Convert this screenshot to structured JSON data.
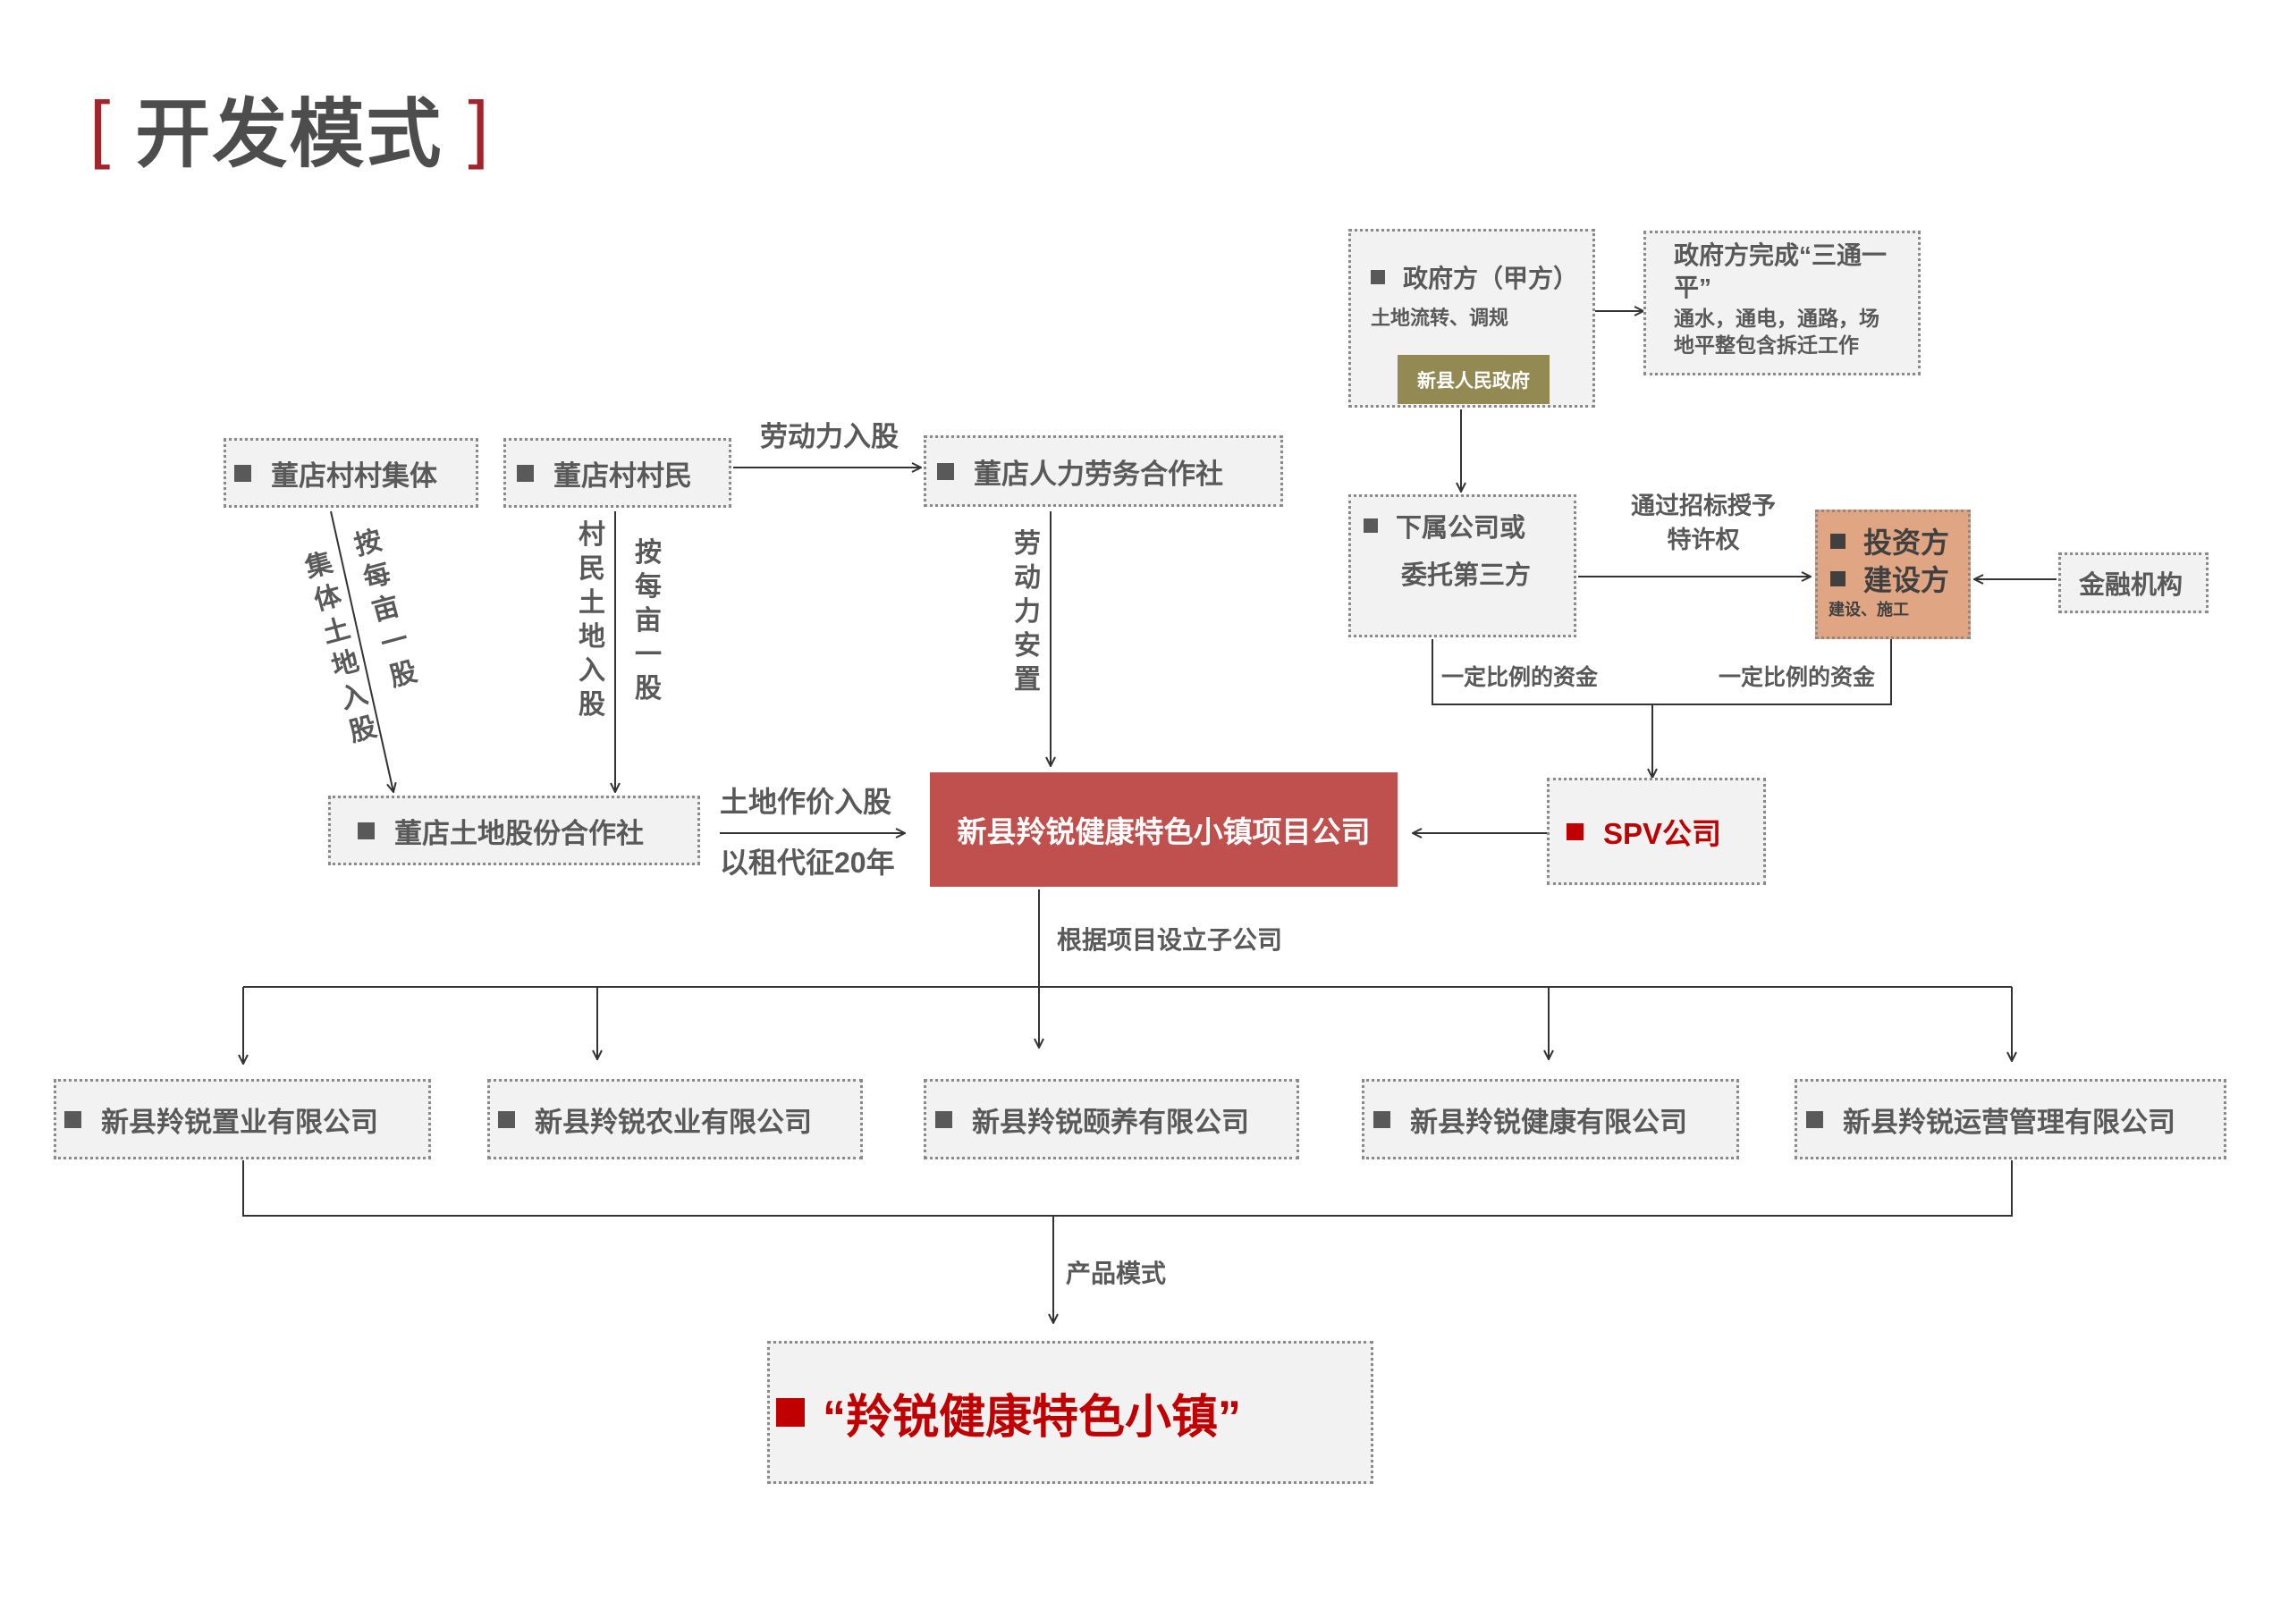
{
  "title": "开发模式",
  "title_brackets": {
    "left": "[",
    "right": "]"
  },
  "colors": {
    "accent_red": "#c0504d",
    "dark_red": "#c00000",
    "bracket_red": "#a0262b",
    "olive": "#938953",
    "orange": "#e0a583",
    "gray_text": "#595959",
    "box_fill": "#f2f2f2"
  },
  "nodes": {
    "village_collective": "董店村村集体",
    "villagers": "董店村村民",
    "labor_coop": "董店人力劳务合作社",
    "land_coop": "董店土地股份合作社",
    "project_company": "新县羚锐健康特色小镇项目公司",
    "spv": "SPV公司",
    "government": {
      "title": "政府方（甲方）",
      "subtitle": "土地流转、调规",
      "badge": "新县人民政府"
    },
    "gov_tasks": {
      "title": "政府方完成“三通一平”",
      "detail": "通水，通电，通路，场地平整包含拆迁工作"
    },
    "subsidiary": {
      "line1": "下属公司或",
      "line2": "委托第三方"
    },
    "investor": {
      "line1": "投资方",
      "line2": "建设方",
      "note": "建设、施工"
    },
    "finance": "金融机构",
    "product": "“羚锐健康特色小镇”"
  },
  "subsidiaries": [
    "新县羚锐置业有限公司",
    "新县羚锐农业有限公司",
    "新县羚锐颐养有限公司",
    "新县羚锐健康有限公司",
    "新县羚锐运营管理有限公司"
  ],
  "edges": {
    "labor_share": "劳动力入股",
    "collective_land": "集体土地入股",
    "collective_per_mu": "按每亩一股",
    "villager_land": "村民土地入股",
    "villager_per_mu": "按每亩一股",
    "labor_placement": "劳动力安置",
    "land_price": "土地作价入股",
    "lease": "以租代征20年",
    "bidding": "通过招标授予特许权",
    "capital_left": "一定比例的资金",
    "capital_right": "一定比例的资金",
    "set_subsidiaries": "根据项目设立子公司",
    "product_mode": "产品模式"
  }
}
